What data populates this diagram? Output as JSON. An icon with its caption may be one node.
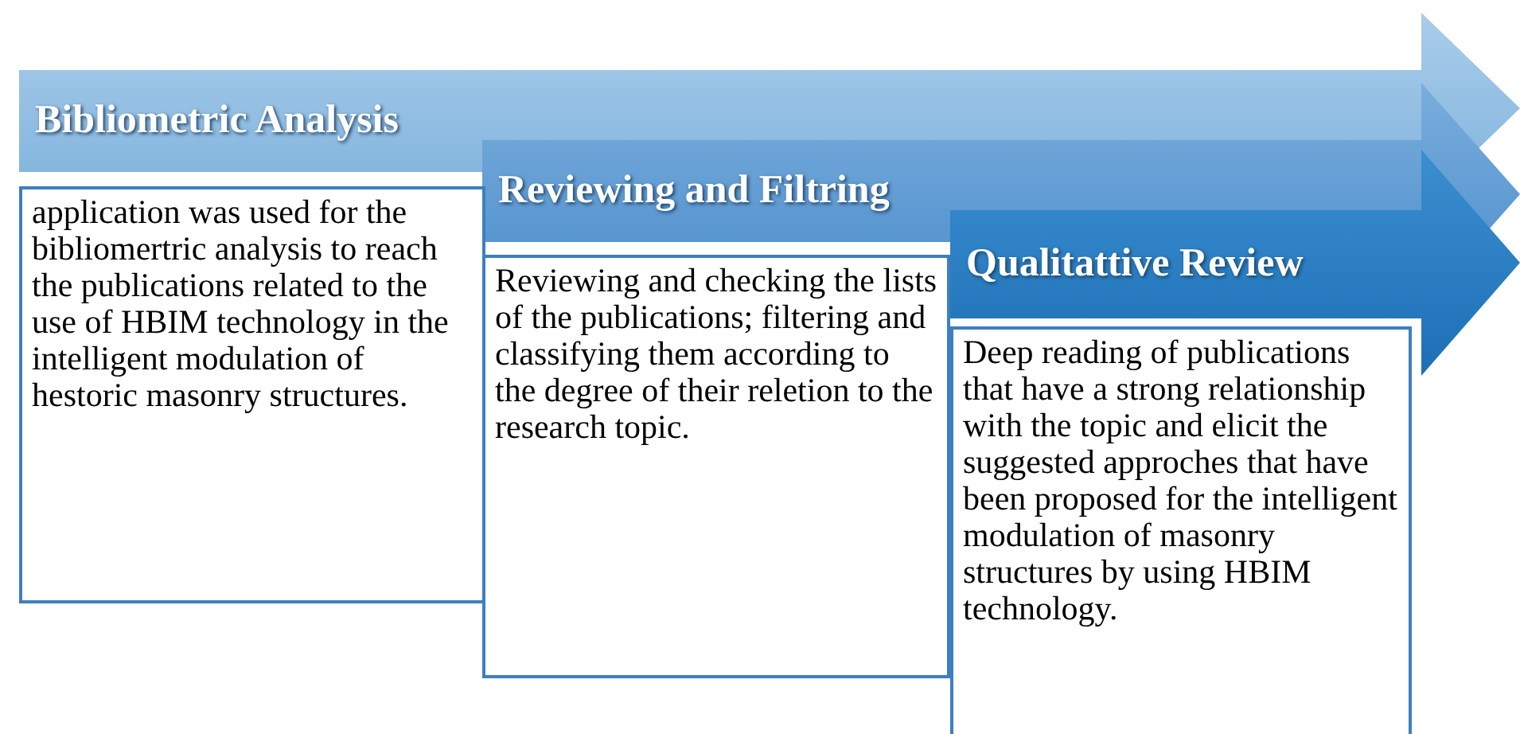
{
  "diagram": {
    "nodes": [
      {
        "text": [
          "Bibliometric Analysis"
        ]
      },
      {
        "text": [
          "application was used for the bibliomertric analysis to reach the publications related to the use of HBIM technology in the intelligent modulation of hestoric masonry structures."
        ]
      },
      {
        "text": [
          "Reviewing and Filtring"
        ]
      },
      {
        "text": [
          "Reviewing and checking the lists of the publications; filtering and classifying them according to the degree of their reletion to the research topic."
        ]
      },
      {
        "text": [
          "Qualitattive Review"
        ]
      },
      {
        "text": [
          "Deep reading of publications that have a strong relationship with the topic and elicit the suggested approches that have been proposed for the intelligent modulation of masonry structures by using HBIM technology."
        ]
      }
    ]
  }
}
